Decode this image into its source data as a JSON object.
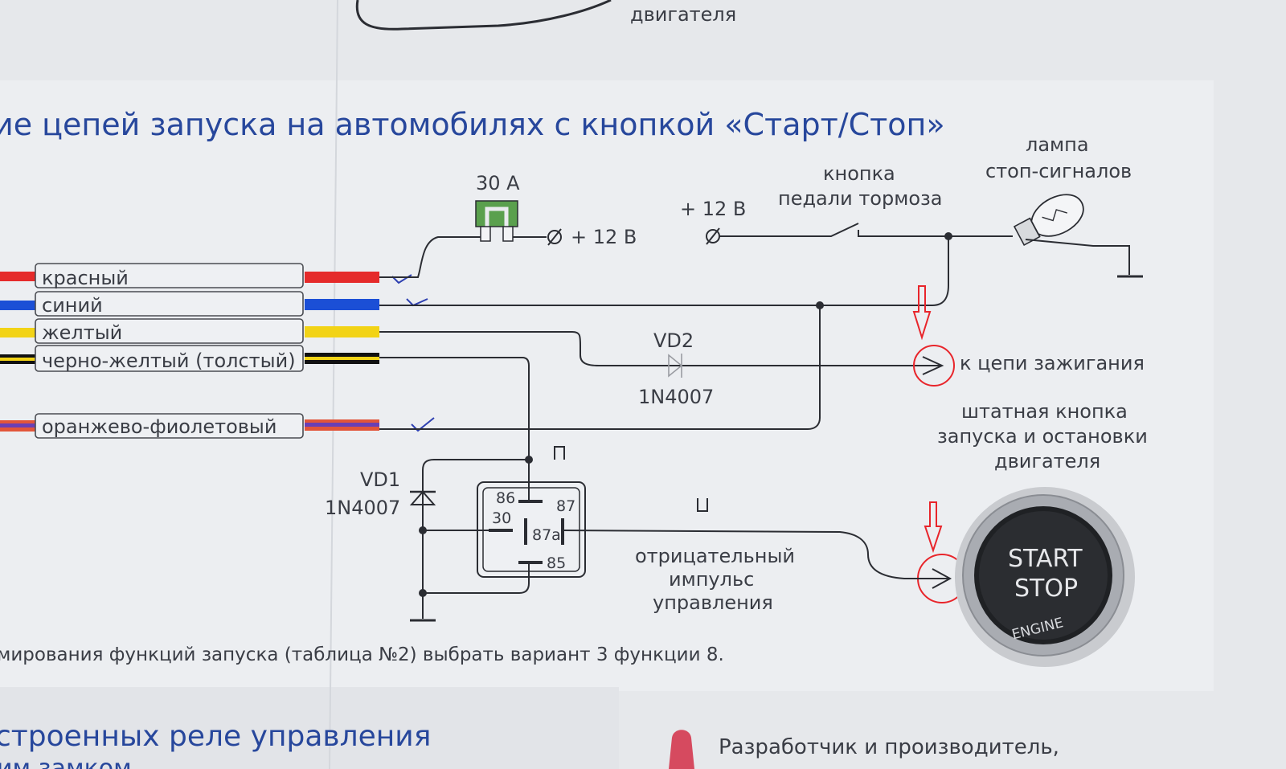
{
  "header": {
    "top_label": "двигателя",
    "title": "ие цепей запуска на автомобилях с кнопкой «Старт/Стоп»"
  },
  "wires": [
    {
      "label": "красный",
      "color": "#e52a2a"
    },
    {
      "label": "синий",
      "color": "#1b4fd6"
    },
    {
      "label": "желтый",
      "color": "#f2d316"
    },
    {
      "label": "черно-желтый (толстый)",
      "color": "#111111",
      "stripe": "#f2d316"
    },
    {
      "label": "оранжево-фиолетовый",
      "color": "#e2553a",
      "stripe": "#6a3fb5"
    }
  ],
  "fuse": {
    "rating": "30 А",
    "color": "#5aa04d"
  },
  "supply_1": "+ 12 В",
  "supply_2": "+ 12 В",
  "brake_button": {
    "line1": "кнопка",
    "line2": "педали тормоза"
  },
  "brake_lamp": {
    "line1": "лампа",
    "line2": "стоп-сигналов"
  },
  "vd2": {
    "name": "VD2",
    "part": "1N4007"
  },
  "vd1": {
    "name": "VD1",
    "part": "1N4007"
  },
  "ignition_label": "к цепи зажигания",
  "oem_button": {
    "line1": "штатная кнопка",
    "line2": "запуска и остановки",
    "line3": "двигателя"
  },
  "relay_pins": {
    "p86": "86",
    "p87": "87",
    "p30": "30",
    "p87a": "87a",
    "p85": "85"
  },
  "pulse_label": {
    "line1": "отрицательный",
    "line2": "импульс",
    "line3": "управления"
  },
  "start_button": {
    "line1": "START",
    "line2": "STOP",
    "line3": "ENGINE"
  },
  "note": "мирования функций запуска (таблица №2) выбрать вариант 3 функции 8.",
  "bottom": {
    "heading": "строенных реле управления",
    "subheading": "им замком",
    "developer": "Разработчик и производитель,"
  }
}
